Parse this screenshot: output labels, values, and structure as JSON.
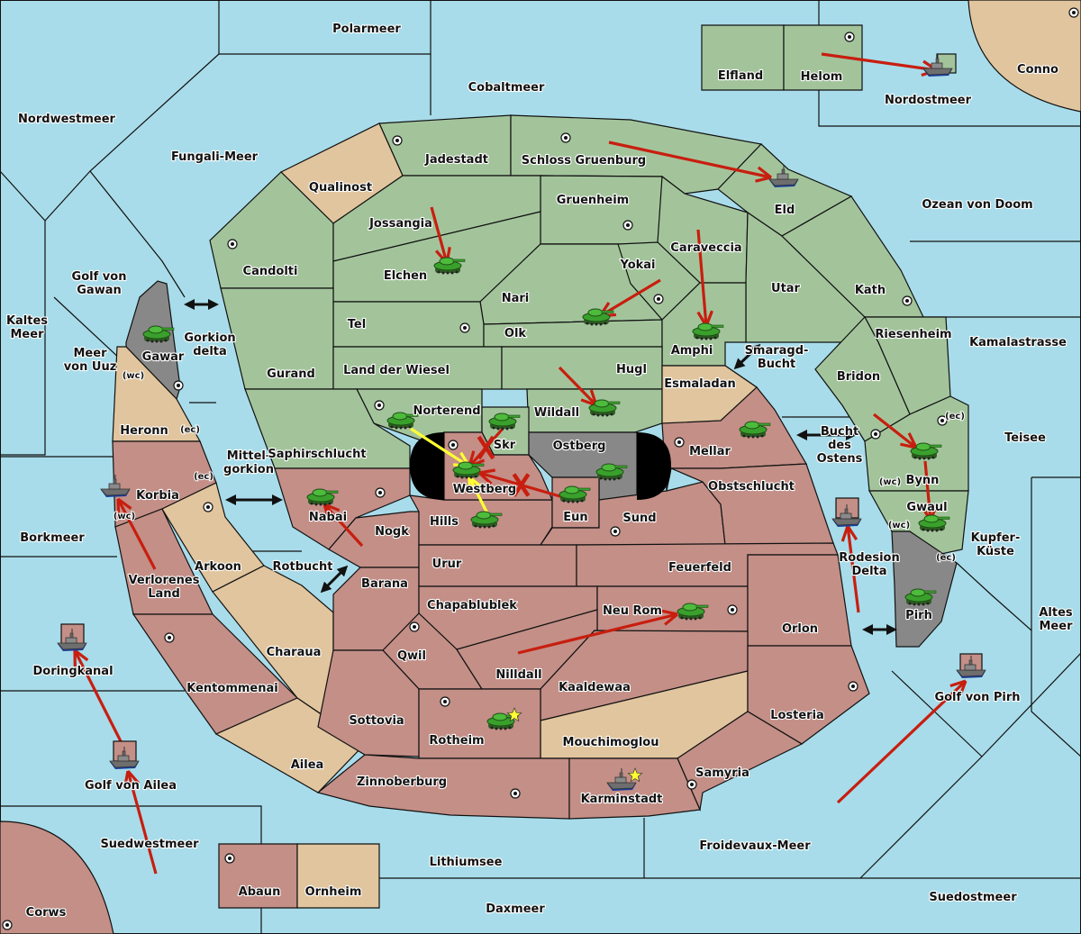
{
  "title": "Diplomacy-style strategy map",
  "colors": {
    "sea": "#a8dcea",
    "green_power": "#a3c49b",
    "red_power": "#c38f87",
    "neutral": "#e1c59e",
    "impassable": "#888888",
    "order_move": "#c81e0f",
    "order_support": "#ffff33",
    "unit_tank": "#3a9a2e",
    "star": "#ffff33"
  },
  "sea_regions": [
    "Polarmeer",
    "Cobaltmeer",
    "Nordwestmeer",
    "Fungali-Meer",
    "Nordostmeer",
    "Ozean von Doom",
    "Golf von Gawan",
    "Kaltes Meer",
    "Meer von Uuz",
    "Gorkion delta",
    "Kamalastrasse",
    "Smaragd-Bucht",
    "Teisee",
    "Mittel-gorkion",
    "Bucht des Ostens",
    "Borkmeer",
    "Kupfer-Küste",
    "Rotbucht",
    "Rodesion Delta",
    "Altes Meer",
    "Doringkanal",
    "Golf von Pirh",
    "Golf von Ailea",
    "Suedwestmeer",
    "Froidevaux-Meer",
    "Lithiumsee",
    "Suedostmeer",
    "Daxmeer"
  ],
  "land_regions": {
    "green": [
      "Elfland",
      "Helom",
      "Jadestadt",
      "Schloss Gruenburg",
      "Gruenheim",
      "Eld",
      "Candolti",
      "Jossangia",
      "Elchen",
      "Caraveccia",
      "Yokai",
      "Utar",
      "Kath",
      "Nari",
      "Tel",
      "Olk",
      "Amphi",
      "Riesenheim",
      "Gurand",
      "Land der Wiesel",
      "Hugl",
      "Bridon",
      "Norterend",
      "Wildall",
      "Saphirschlucht",
      "Skr",
      "Bynn",
      "Gwaul"
    ],
    "red": [
      "Korbia",
      "Verlorenes Land",
      "Nabai",
      "Nogk",
      "Hills",
      "Westberg",
      "Eun",
      "Sund",
      "Mellar",
      "Obstschlucht",
      "Urur",
      "Feuerfeld",
      "Barana",
      "Chapablublek",
      "Neu Rom",
      "Orlon",
      "Qwil",
      "Nilldall",
      "Kaaldewaa",
      "Kentommenai",
      "Sottovia",
      "Rotheim",
      "Losteria",
      "Zinnoberburg",
      "Karminstadt",
      "Samyria",
      "Abaun",
      "Corws"
    ],
    "neutral": [
      "Qualinost",
      "Conno",
      "Heronn",
      "Arkoon",
      "Charaua",
      "Ailea",
      "Esmaladan",
      "Mouchimoglou",
      "Ornheim"
    ],
    "impassable": [
      "Gawar",
      "Ostberg",
      "Pirh"
    ]
  },
  "coast_tags": {
    "wc": "(wc)",
    "ec": "(ec)"
  },
  "units": [
    {
      "type": "tank",
      "region": "Elchen",
      "owner": "green"
    },
    {
      "type": "tank",
      "region": "Olk",
      "owner": "green"
    },
    {
      "type": "tank",
      "region": "Amphi",
      "owner": "green"
    },
    {
      "type": "tank",
      "region": "Gawar",
      "owner": "green"
    },
    {
      "type": "tank",
      "region": "Norterend",
      "owner": "green"
    },
    {
      "type": "tank",
      "region": "Skr",
      "owner": "green"
    },
    {
      "type": "tank",
      "region": "Wildall",
      "owner": "green"
    },
    {
      "type": "tank",
      "region": "Westberg",
      "owner": "green"
    },
    {
      "type": "tank",
      "region": "Ostberg",
      "owner": "green"
    },
    {
      "type": "tank",
      "region": "Hills",
      "owner": "green"
    },
    {
      "type": "tank",
      "region": "Eun",
      "owner": "green"
    },
    {
      "type": "tank",
      "region": "Mellar",
      "owner": "green"
    },
    {
      "type": "tank",
      "region": "Nabai",
      "owner": "green"
    },
    {
      "type": "tank",
      "region": "Neu Rom",
      "owner": "green"
    },
    {
      "type": "tank",
      "region": "Rotheim",
      "owner": "green",
      "star": true
    },
    {
      "type": "tank",
      "region": "Bynn",
      "owner": "green"
    },
    {
      "type": "tank",
      "region": "Gwaul",
      "owner": "green"
    },
    {
      "type": "tank",
      "region": "Pirh",
      "owner": "green"
    },
    {
      "type": "ship",
      "region": "Nordostmeer",
      "owner": "green"
    },
    {
      "type": "ship",
      "region": "Eld",
      "owner": "green"
    },
    {
      "type": "ship",
      "region": "Korbia",
      "owner": "red"
    },
    {
      "type": "ship",
      "region": "Doringkanal",
      "owner": "red"
    },
    {
      "type": "ship",
      "region": "Golf von Ailea",
      "owner": "red"
    },
    {
      "type": "ship",
      "region": "Bucht des Ostens",
      "owner": "red"
    },
    {
      "type": "ship",
      "region": "Golf von Pirh",
      "owner": "red"
    },
    {
      "type": "ship",
      "region": "Karminstadt",
      "owner": "red",
      "star": true
    }
  ],
  "orders": [
    {
      "kind": "move",
      "from": "Helom",
      "to": "Nordostmeer"
    },
    {
      "kind": "move",
      "from": "Schloss Gruenburg",
      "to": "Eld"
    },
    {
      "kind": "move",
      "from": "Jossangia",
      "to": "Elchen"
    },
    {
      "kind": "move",
      "from": "Yokai",
      "to": "Olk"
    },
    {
      "kind": "move",
      "from": "Caraveccia",
      "to": "Amphi"
    },
    {
      "kind": "move",
      "from": "Hugl",
      "to": "Wildall"
    },
    {
      "kind": "move",
      "from": "Skr",
      "to": "Westberg",
      "failed": true
    },
    {
      "kind": "move",
      "from": "Eun",
      "to": "Westberg",
      "failed": true
    },
    {
      "kind": "support",
      "from": "Norterend",
      "to": "Westberg"
    },
    {
      "kind": "support",
      "from": "Hills",
      "to": "Westberg"
    },
    {
      "kind": "move",
      "from": "Bridon",
      "to": "Bynn"
    },
    {
      "kind": "move",
      "from": "Bynn",
      "to": "Gwaul"
    },
    {
      "kind": "move",
      "from": "Nogk",
      "to": "Nabai"
    },
    {
      "kind": "move",
      "from": "Nilldall",
      "to": "Neu Rom"
    },
    {
      "kind": "move",
      "from": "Verlorenes Land",
      "to": "Korbia"
    },
    {
      "kind": "move",
      "from": "Golf von Ailea",
      "to": "Doringkanal"
    },
    {
      "kind": "move",
      "from": "Suedwestmeer",
      "to": "Golf von Ailea"
    },
    {
      "kind": "move",
      "from": "Rodesion Delta",
      "to": "Bucht des Ostens"
    },
    {
      "kind": "move",
      "from": "Froidevaux-Meer",
      "to": "Golf von Pirh"
    }
  ],
  "canals": [
    "Golf von Gawan–Gorkion delta",
    "Mittel-gorkion",
    "Rotbucht",
    "Smaragd-Bucht",
    "Bucht des Ostens",
    "Rodesion Delta"
  ]
}
